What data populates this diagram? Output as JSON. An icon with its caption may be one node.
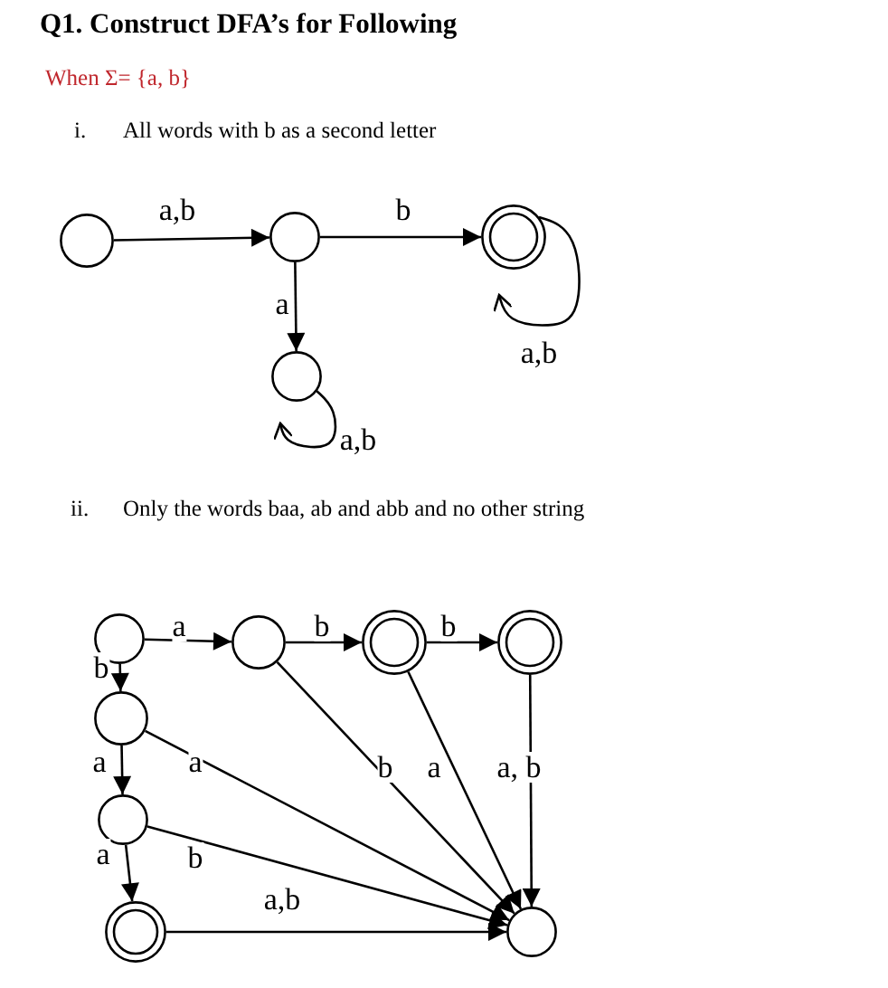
{
  "diagram": {
    "title": "Q1. Construct DFA’s for Following",
    "nodes": [
      {
        "text": [],
        "shape": "circle"
      },
      {
        "text": [],
        "shape": "circle"
      },
      {
        "text": [],
        "shape": "doublecircle"
      },
      {
        "text": [],
        "shape": "circle"
      },
      {
        "text": [],
        "shape": "circle"
      },
      {
        "text": [],
        "shape": "circle"
      },
      {
        "text": [],
        "shape": "doublecircle"
      },
      {
        "text": [],
        "shape": "doublecircle"
      },
      {
        "text": [],
        "shape": "circle"
      },
      {
        "text": [],
        "shape": "circle"
      },
      {
        "text": [],
        "shape": "doublecircle"
      },
      {
        "text": [],
        "shape": "circle"
      }
    ],
    "edges": [
      {
        "from": 0,
        "to": 1,
        "arrow": "to",
        "label": "a,b"
      },
      {
        "from": 1,
        "to": 2,
        "arrow": "to",
        "label": "b"
      },
      {
        "from": 1,
        "to": 3,
        "arrow": "to",
        "label": "a"
      },
      {
        "from": 3,
        "to": 3,
        "arrow": "to",
        "label": "a,b"
      },
      {
        "from": 2,
        "to": 2,
        "arrow": "to",
        "label": "a,b"
      },
      {
        "from": 4,
        "to": 5,
        "arrow": "to",
        "label": "a"
      },
      {
        "from": 5,
        "to": 6,
        "arrow": "to",
        "label": "b"
      },
      {
        "from": 6,
        "to": 7,
        "arrow": "to",
        "label": "b"
      },
      {
        "from": 4,
        "to": 8,
        "arrow": "to",
        "label": "b"
      },
      {
        "from": 8,
        "to": 9,
        "arrow": "to",
        "label": "a"
      },
      {
        "from": 9,
        "to": 10,
        "arrow": "to",
        "label": "a"
      },
      {
        "from": 8,
        "to": 11,
        "arrow": "to",
        "label": "a"
      },
      {
        "from": 9,
        "to": 11,
        "arrow": "to",
        "label": "b"
      },
      {
        "from": 10,
        "to": 11,
        "arrow": "to",
        "label": "a,b"
      },
      {
        "from": 5,
        "to": 11,
        "arrow": "to",
        "label": "b"
      },
      {
        "from": 6,
        "to": 11,
        "arrow": "to",
        "label": "a"
      },
      {
        "from": 7,
        "to": 11,
        "arrow": "to",
        "label": "a, b"
      }
    ],
    "labels": [
      "When Σ= {a, b}",
      "i.",
      "All words with b as a second letter",
      "ii.",
      "Only the words baa, ab and abb and no other string"
    ]
  }
}
